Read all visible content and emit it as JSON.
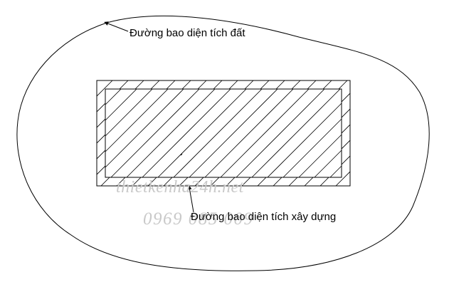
{
  "labels": {
    "land_boundary": "Đường bao diện tích đất",
    "building_boundary": "Đường bao diện tích xây dựng"
  },
  "watermark": {
    "site": "thietkenha24h.net",
    "phone": "0969 085 009"
  },
  "colors": {
    "stroke": "#000000",
    "watermark": "#c9c9c9",
    "background": "#ffffff"
  }
}
